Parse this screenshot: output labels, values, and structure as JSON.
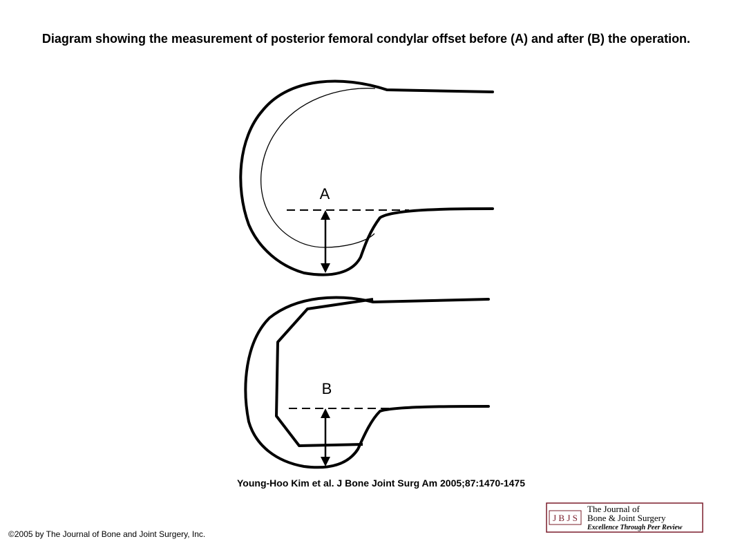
{
  "title": "Diagram showing the measurement of posterior femoral condylar offset before (A) and after (B) the operation.",
  "diagram": {
    "label_a": "A",
    "label_b": "B"
  },
  "citation": "Young-Hoo Kim et al. J Bone Joint Surg Am 2005;87:1470-1475",
  "copyright": "©2005 by The Journal of Bone and Joint Surgery, Inc.",
  "logo": {
    "monogram": "J B J S",
    "line1": "The Journal of",
    "line2": "Bone & Joint Surgery",
    "tagline": "Excellence Through Peer Review",
    "color": "#7a1c2a"
  }
}
